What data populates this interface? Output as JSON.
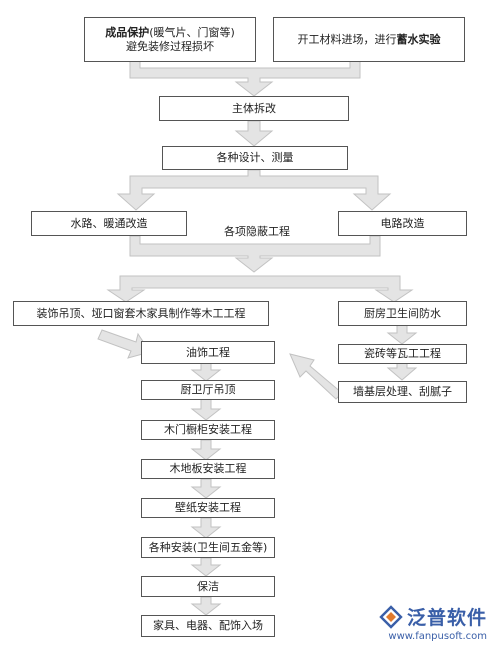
{
  "top": {
    "left_line1_bold": "成品保护",
    "left_line1_rest": "(暖气片、门窗等)",
    "left_line2": "避免装修过程损坏",
    "right_prefix": "开工材料进场，进行",
    "right_bold": "蓄水实验"
  },
  "main_reno": "主体拆改",
  "design": "各种设计、测量",
  "water": "水路、暖通改造",
  "hidden": "各项隐蔽工程",
  "electric": "电路改造",
  "carpentry": "装饰吊顶、垭口窗套木家具制作等木工工程",
  "waterproof": "厨房卫生间防水",
  "tiling": "瓷砖等瓦工工程",
  "wall_base": "墙基层处理、刮腻子",
  "steps": [
    "油饰工程",
    "厨卫厅吊顶",
    "木门橱柜安装工程",
    "木地板安装工程",
    "壁纸安装工程",
    "各种安装(卫生间五金等)",
    "保洁",
    "家具、电器、配饰入场"
  ],
  "watermark": {
    "name": "泛普软件",
    "url": "www.fanpusoft.com"
  }
}
